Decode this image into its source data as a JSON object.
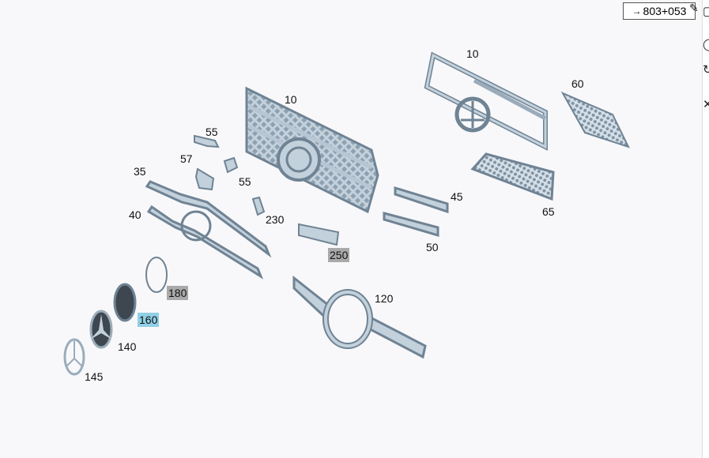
{
  "diagram": {
    "callouts": [
      {
        "id": "c10a",
        "text": "10",
        "style": "plain"
      },
      {
        "id": "c10b",
        "text": "10",
        "style": "plain"
      },
      {
        "id": "c60",
        "text": "60",
        "style": "plain"
      },
      {
        "id": "c55a",
        "text": "55",
        "style": "plain"
      },
      {
        "id": "c57",
        "text": "57",
        "style": "plain"
      },
      {
        "id": "c55b",
        "text": "55",
        "style": "plain"
      },
      {
        "id": "c35",
        "text": "35",
        "style": "plain"
      },
      {
        "id": "c40",
        "text": "40",
        "style": "plain"
      },
      {
        "id": "c230",
        "text": "230",
        "style": "plain"
      },
      {
        "id": "c250",
        "text": "250",
        "style": "grey"
      },
      {
        "id": "c45",
        "text": "45",
        "style": "plain"
      },
      {
        "id": "c65",
        "text": "65",
        "style": "plain"
      },
      {
        "id": "c50",
        "text": "50",
        "style": "plain"
      },
      {
        "id": "c180",
        "text": "180",
        "style": "grey"
      },
      {
        "id": "c160",
        "text": "160",
        "style": "blue"
      },
      {
        "id": "c120",
        "text": "120",
        "style": "plain"
      },
      {
        "id": "c140",
        "text": "140",
        "style": "plain"
      },
      {
        "id": "c145",
        "text": "145",
        "style": "plain"
      }
    ]
  },
  "toolbar": {
    "ref_arrow": "→",
    "ref_label": "803+053",
    "edit_icon": "✎"
  },
  "colors": {
    "part_fill": "#c3d1dc",
    "part_stroke": "#6f8394",
    "highlight_grey": "#a9a9a9",
    "highlight_blue": "#8fd0e6"
  }
}
